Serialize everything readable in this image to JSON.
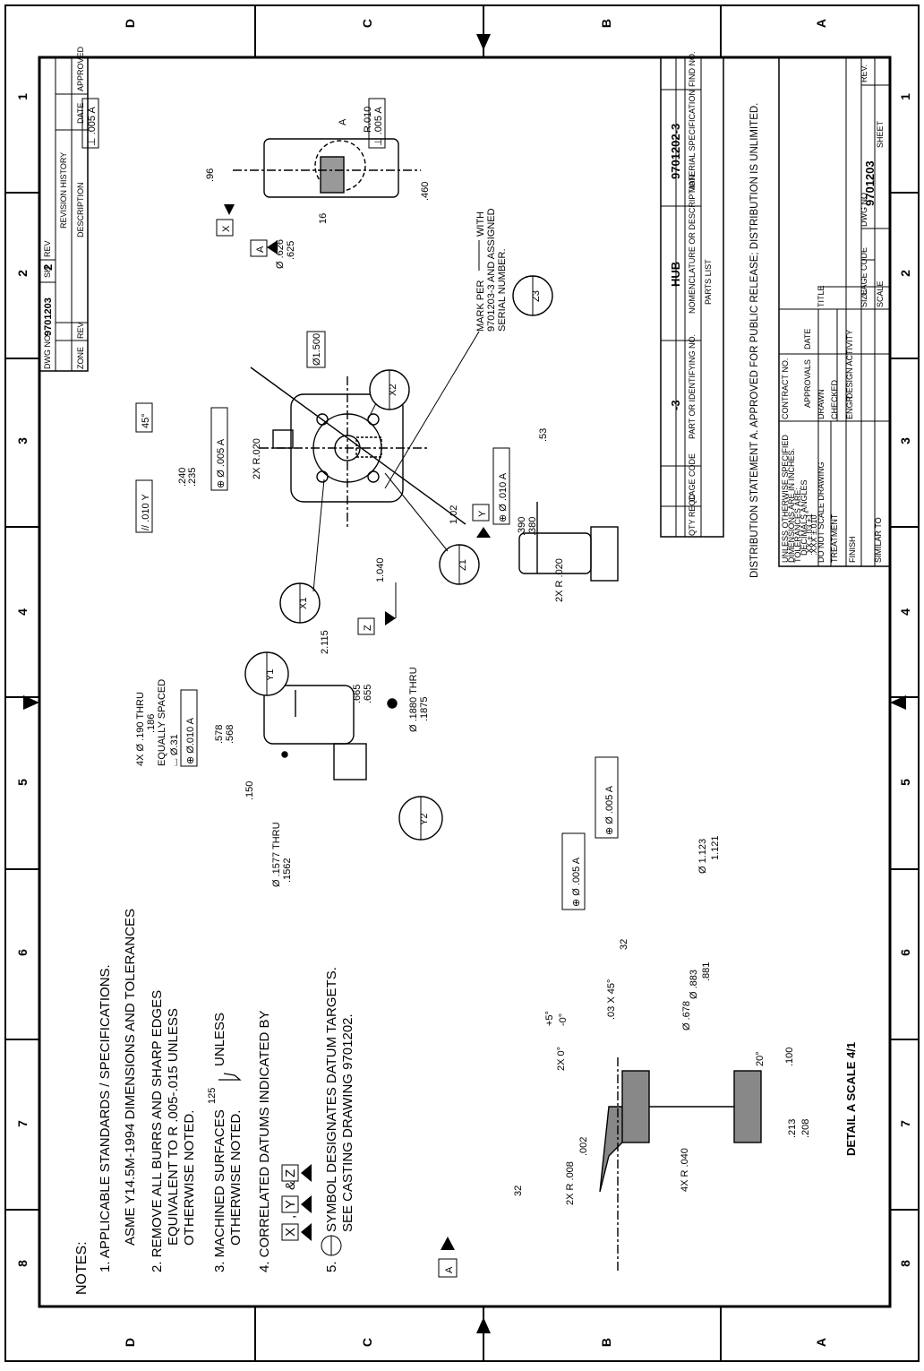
{
  "zones": {
    "top_letters": [
      "D",
      "C",
      "B",
      "A"
    ],
    "bottom_letters": [
      "D",
      "C",
      "B",
      "A"
    ],
    "right_numbers": [
      "1",
      "2",
      "3",
      "4",
      "5",
      "6",
      "7",
      "8"
    ],
    "left_numbers": [
      "1",
      "2",
      "3",
      "4",
      "5",
      "6",
      "7",
      "8"
    ]
  },
  "notes": {
    "heading": "NOTES:",
    "n1": "1.  APPLICABLE  STANDARDS / SPECIFICATIONS.",
    "n1b": "ASME  Y14.5M-1994   DIMENSIONS  AND  TOLERANCES",
    "n2a": "2.  REMOVE ALL BURRS AND SHARP EDGES",
    "n2b": "EQUIVALENT TO  R .005-.015 UNLESS",
    "n2c": "OTHERWISE NOTED.",
    "n3a": "3.  MACHINED SURFACES",
    "n3val": "125",
    "n3b": "UNLESS",
    "n3c": "OTHERWISE NOTED.",
    "n4": "4.  CORRELATED DATUMS INDICATED BY",
    "n4x": "X",
    "n4y": "Y",
    "n4z": "Z",
    "n4sep1": ",",
    "n4sep2": "&",
    "n5a": "5.",
    "n5b": "SYMBOL DESIGNATES DATUM TARGETS.",
    "n5c": "SEE CASTING DRAWING 9701202."
  },
  "revision": {
    "dwg_no_label": "DWG NO.",
    "dwg_no": "9701203",
    "sh_label": "SH",
    "rev_label": "REV",
    "sheet_no": "2",
    "title": "REVISION HISTORY",
    "cols": [
      "ZONE",
      "REV",
      "DESCRIPTION",
      "DATE",
      "APPROVED"
    ]
  },
  "parts_list": {
    "part_no_value": "-3",
    "nomenclature": "HUB",
    "material": "9701202-3",
    "label": "PARTS LIST",
    "col_qty": "QTY REQD",
    "col_cage": "CAGE CODE",
    "col_part": "PART OR IDENTIFYING NO.",
    "col_nom": "NOMENCLATURE OR DESCRIPTION",
    "col_mat": "MATERIAL SPECIFICATION",
    "col_find": "FIND NO."
  },
  "distribution": "DISTRIBUTION STATEMENT A.  APPROVED FOR PUBLIC RELEASE; DISTRIBUTION IS UNLIMITED.",
  "title_block": {
    "unless": "UNLESS OTHERWISE SPECIFIED",
    "dims": "DIMENSIONS ARE IN INCHES.",
    "tol": "TOLERANCES ARE:",
    "decimals": "DECIMALS   ANGLES",
    "tol1": ".XX ±.03     ±1°",
    "tol2": ".XXX ±.010",
    "noscale": "DO NOT SCALE DRAWING",
    "treatment": "TREATMENT",
    "finish": "FINISH",
    "similar": "SIMILAR TO",
    "contract": "CONTRACT NO.",
    "approvals": "APPROVALS",
    "date": "DATE",
    "drawn": "DRAWN",
    "checked": "CHECKED",
    "engr": "ENGR",
    "activity": "DESIGN ACTIVITY",
    "title": "TITLE",
    "size": "SIZE",
    "cage": "CAGE CODE",
    "dwgno_label": "DWG NO.",
    "dwgno": "9701203",
    "rev": "REV.",
    "scale": "SCALE",
    "sheet": "SHEET"
  },
  "views": {
    "detail_label": "DETAIL  A   SCALE 4/1",
    "datum_a": "A",
    "datum_x": "X",
    "datum_y": "Y",
    "datum_z": "Z",
    "target_x1": "X1",
    "target_x2": "X2",
    "target_y1": "Y1",
    "target_y2": "Y2",
    "target_z1": "Z1",
    "target_z3": "Z3",
    "callout_a": "A",
    "mark_per_1": "MARK PER",
    "mark_per_2": "9701203-3 AND ASSIGNED",
    "mark_per_3": "SERIAL NUMBER.",
    "with": "WITH",
    "hole4x_1": "4X Ø .190 THRU",
    "hole4x_1b": ".186",
    "hole4x_2": "EQUALLY SPACED",
    "hole4x_3": "⌴ Ø.31",
    "fcf_hole": "⊕ Ø.010 A",
    "dim_0578": ".578",
    "dim_0568": ".568",
    "dim_0150": ".150",
    "dim_2115": "2.115",
    "dim_0665": ".665",
    "dim_0655": ".655",
    "pin_1880": "Ø .1880 THRU",
    "pin_1875": ".1875",
    "pin_1577": "Ø .1577 THRU",
    "pin_1562": ".1562",
    "dim_1500": "Ø1.500",
    "dim_1040": "1.040",
    "dim_102": "1.02",
    "dim_0240": ".240",
    "dim_0235": ".235",
    "r020": "2X R.020",
    "r020b": "2X R .020",
    "ang45": "45°",
    "fcf_par": "// .010 Y",
    "fcf_pos005": "⊕ Ø .005 A",
    "fcf_pos010": "⊕ Ø .010 A",
    "dim_390": ".390",
    "dim_380": ".380",
    "dim_53": ".53",
    "dim_96": ".96",
    "dim_460": ".460",
    "r010": "R.010",
    "fcf_perp1": "⊥ .005 A",
    "fcf_perp2": "⊥ .005 A",
    "finish16": "16",
    "dia626": "Ø .626",
    "dia625": ".625",
    "det_fcf1": "⊕ Ø .005 A",
    "det_fcf2": "⊕ Ø .005 A",
    "det_1123": "Ø 1.123",
    "det_1121": "1.121",
    "det_883": "Ø .883",
    "det_881": ".881",
    "det_678": "Ø .678",
    "det_2x0": "2X 0°",
    "det_2x0tol1": "+5°",
    "det_2x0tol2": "-0°",
    "det_chamf": ".03 X 45°",
    "det_32a": "32",
    "det_32b": "32",
    "det_20": "20°",
    "det_100": ".100",
    "det_r008": "2X R .008",
    "det_r002": ".002",
    "det_r040": "4X R .040",
    "det_213": ".213",
    "det_208": ".208"
  }
}
